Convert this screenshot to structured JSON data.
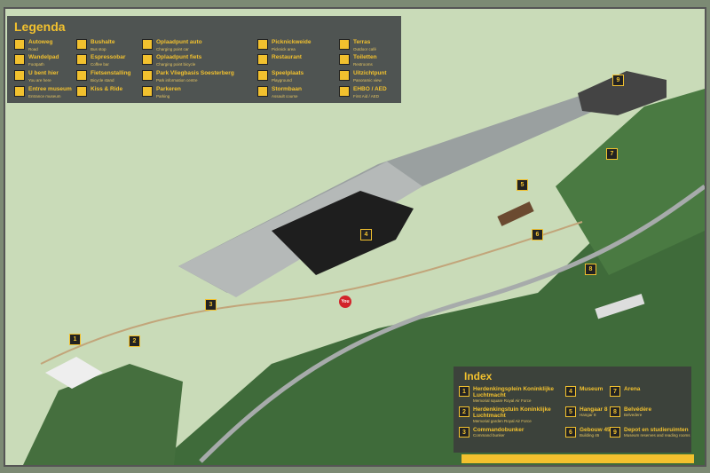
{
  "legend": {
    "title": "Legenda",
    "items": [
      {
        "icon": "road-icon",
        "nl": "Autoweg",
        "en": "Road"
      },
      {
        "icon": "footpath-icon",
        "nl": "Wandelpad",
        "en": "Footpath"
      },
      {
        "icon": "you-are-here-icon",
        "nl": "U bent hier",
        "en": "You are here"
      },
      {
        "icon": "entrance-arrow-icon",
        "nl": "Entree museum",
        "en": "Entrance museum"
      },
      {
        "icon": "bus-icon",
        "nl": "Bushalte",
        "en": "Bus stop"
      },
      {
        "icon": "coffee-icon",
        "nl": "Espressobar",
        "en": "Coffee bar"
      },
      {
        "icon": "bicycle-icon",
        "nl": "Fietsenstalling",
        "en": "Bicycle stand"
      },
      {
        "icon": "kiss-ride-icon",
        "nl": "Kiss & Ride",
        "en": ""
      },
      {
        "icon": "charging-car-icon",
        "nl": "Oplaadpunt auto",
        "en": "Charging point car"
      },
      {
        "icon": "charging-bicycle-icon",
        "nl": "Oplaadpunt fiets",
        "en": "Charging point bicycle"
      },
      {
        "icon": "info-icon",
        "nl": "Park Vliegbasis Soesterberg",
        "en": "Park information centre"
      },
      {
        "icon": "parking-icon",
        "nl": "Parkeren",
        "en": "Parking"
      },
      {
        "icon": "picnic-icon",
        "nl": "Picknickweide",
        "en": "Picknick area"
      },
      {
        "icon": "restaurant-icon",
        "nl": "Restaurant",
        "en": ""
      },
      {
        "icon": "playground-icon",
        "nl": "Speelplaats",
        "en": "Playground"
      },
      {
        "icon": "assault-course-icon",
        "nl": "Stormbaan",
        "en": "Assault course"
      },
      {
        "icon": "terrace-icon",
        "nl": "Terras",
        "en": "Outdoor café"
      },
      {
        "icon": "restroom-icon",
        "nl": "Toiletten",
        "en": "Restrooms"
      },
      {
        "icon": "binoculars-icon",
        "nl": "Uitzichtpunt",
        "en": "Panoramic view"
      },
      {
        "icon": "first-aid-icon",
        "nl": "EHBO / AED",
        "en": "First Aid / AED"
      }
    ]
  },
  "index": {
    "title": "Index",
    "items": [
      {
        "n": "1",
        "nl": "Herdenkingsplein Koninklijke Luchtmacht",
        "en": "Memorial square Royal Air Force"
      },
      {
        "n": "2",
        "nl": "Herdenkingstuin Koninklijke Luchtmacht",
        "en": "Memorial garden Royal Air Force"
      },
      {
        "n": "3",
        "nl": "Commandobunker",
        "en": "Command bunker"
      },
      {
        "n": "4",
        "nl": "Museum",
        "en": ""
      },
      {
        "n": "5",
        "nl": "Hangaar 8",
        "en": "Hangar 8"
      },
      {
        "n": "6",
        "nl": "Gebouw 45",
        "en": "Building 45"
      },
      {
        "n": "7",
        "nl": "Arena",
        "en": ""
      },
      {
        "n": "8",
        "nl": "Belvédère",
        "en": "Belvedere"
      },
      {
        "n": "9",
        "nl": "Depot en studieruimten",
        "en": "Museum reserves and reading rooms"
      }
    ]
  },
  "map": {
    "you_label": "You",
    "markers": [
      "1",
      "2",
      "3",
      "4",
      "5",
      "6",
      "7",
      "8",
      "9"
    ]
  },
  "colors": {
    "accent": "#f2c12e",
    "panel": "#4f5452",
    "land": "#c9dbb8",
    "forest": "#3f6b3a"
  }
}
